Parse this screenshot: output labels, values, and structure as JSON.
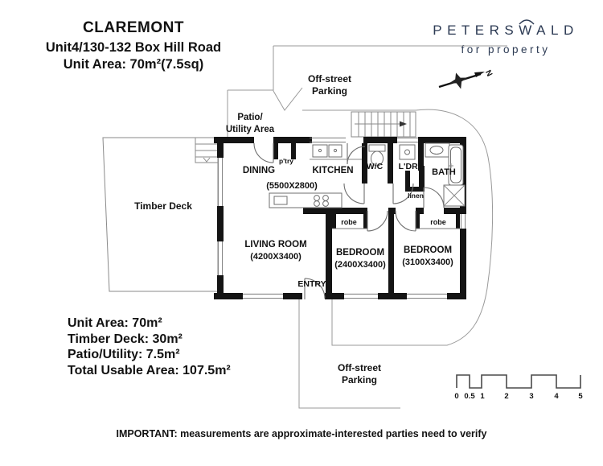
{
  "header": {
    "title": "CLAREMONT",
    "address": "Unit4/130-132 Box Hill Road",
    "unit_area": "Unit Area: 70m²(7.5sq)"
  },
  "logo": {
    "name": "PETERSWALD",
    "tagline": "for property",
    "color": "#2d3b54"
  },
  "plan": {
    "wall_color": "#141414",
    "rooms": {
      "dining": "DINING",
      "kitchen": "KITCHEN",
      "kitchen_dims": "(5500X2800)",
      "pantry": "p'try",
      "wc": "W/C",
      "laundry": "L'DRY",
      "bath": "BATH",
      "linen": "linen",
      "robe1": "robe",
      "robe2": "robe",
      "living": "LIVING ROOM",
      "living_dims": "(4200X3400)",
      "bedroom1": "BEDROOM",
      "bedroom1_dims": "(2400X3400)",
      "bedroom2": "BEDROOM",
      "bedroom2_dims": "(3100X3400)",
      "entry": "ENTRY",
      "timber_deck": "Timber Deck"
    },
    "outdoor": {
      "patio_line1": "Patio/",
      "patio_line2": "Utility Area",
      "parking_top_line1": "Off-street",
      "parking_top_line2": "Parking",
      "parking_bottom_line1": "Off-street",
      "parking_bottom_line2": "Parking"
    },
    "compass_label": "N"
  },
  "areas": {
    "lines": [
      "Unit Area: 70m²",
      "Timber Deck: 30m²",
      "Patio/Utility: 7.5m²",
      "Total Usable Area: 107.5m²"
    ]
  },
  "scale_bar": {
    "labels": [
      "0",
      "0.5",
      "1",
      "2",
      "3",
      "4",
      "5"
    ]
  },
  "disclaimer": "IMPORTANT: measurements are approximate-interested parties need to verify"
}
